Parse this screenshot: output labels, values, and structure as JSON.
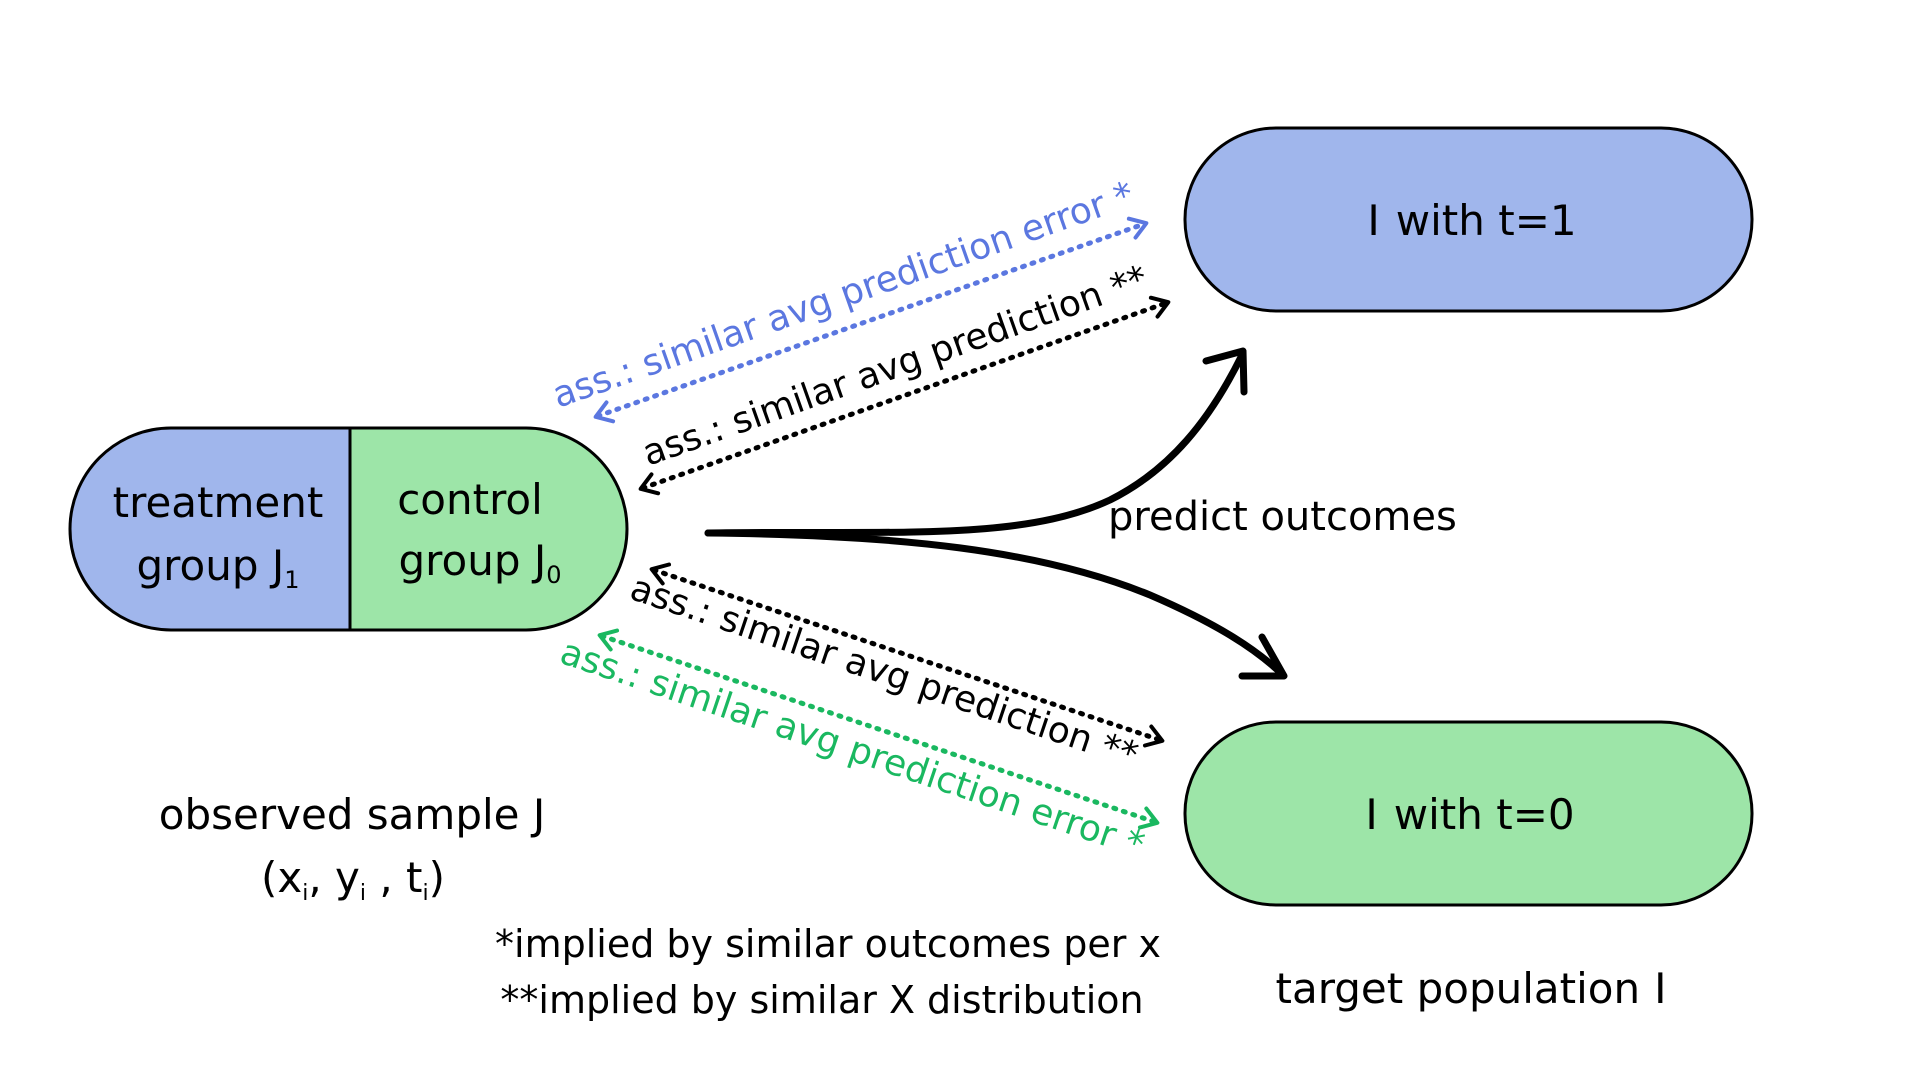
{
  "colors": {
    "blue_fill": "#a0b6ec",
    "green_fill": "#9de5a8",
    "blue_accent": "#5b77e0",
    "green_accent": "#1ab860",
    "stroke": "#000000"
  },
  "sample_pill": {
    "treatment_line1": "treatment",
    "treatment_line2": "group J",
    "treatment_sub": "1",
    "control_line1": "control",
    "control_line2": "group J",
    "control_sub": "0"
  },
  "observed_sample": {
    "line1": "observed sample J",
    "open": "(x",
    "x_sub": "i",
    "sep1": ", y",
    "y_sub": "i",
    "sep2": " , t",
    "t_sub": "i",
    "close": ")"
  },
  "target_treated": {
    "symbol": "I",
    "label": "with t=1"
  },
  "target_control": {
    "symbol": "I",
    "label": "with t=0"
  },
  "target_population": {
    "label": "target population",
    "symbol": "I"
  },
  "predict_outcomes": "predict outcomes",
  "assumptions": {
    "top_error": "ass.: similar avg prediction error *",
    "top_prediction": "ass.: similar avg prediction **",
    "bottom_prediction": "ass.: similar avg prediction **",
    "bottom_error": "ass.: similar avg prediction error *"
  },
  "footnotes": {
    "single_star": "*implied by similar outcomes per x",
    "double_star": "**implied by similar X distribution"
  }
}
